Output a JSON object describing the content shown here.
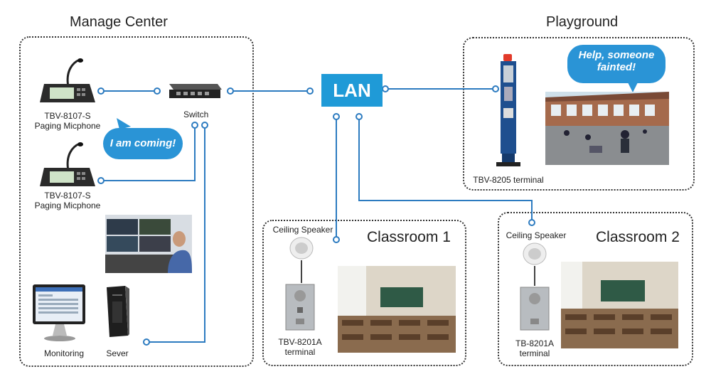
{
  "zones": {
    "manage_center": {
      "title": "Manage Center"
    },
    "playground": {
      "title": "Playground"
    },
    "classroom1": {
      "title": "Classroom 1"
    },
    "classroom2": {
      "title": "Classroom 2"
    }
  },
  "hub": {
    "label": "LAN"
  },
  "devices": {
    "mic1": {
      "label_line1": "TBV-8107-S",
      "label_line2": "Paging Micphone"
    },
    "mic2": {
      "label_line1": "TBV-8107-S",
      "label_line2": "Paging Micphone"
    },
    "switch": {
      "label": "Switch"
    },
    "monitoring": {
      "label": "Monitoring"
    },
    "server": {
      "label": "Sever"
    },
    "sos_column": {
      "label": "TBV-8205 terminal"
    },
    "ceiling1": {
      "label": "Ceiling Speaker"
    },
    "terminal1": {
      "label_line1": "TBV-8201A",
      "label_line2": "terminal"
    },
    "ceiling2": {
      "label": "Ceiling Speaker"
    },
    "terminal2": {
      "label_line1": "TB-8201A",
      "label_line2": "terminal"
    }
  },
  "bubbles": {
    "coming": "I am coming!",
    "help_line1": "Help, someone",
    "help_line2": "fainted!"
  },
  "colors": {
    "wire": "#2c7bc0",
    "lan": "#1f9ad7",
    "bubble": "#2a94d6",
    "column": "#1e4f8f"
  }
}
